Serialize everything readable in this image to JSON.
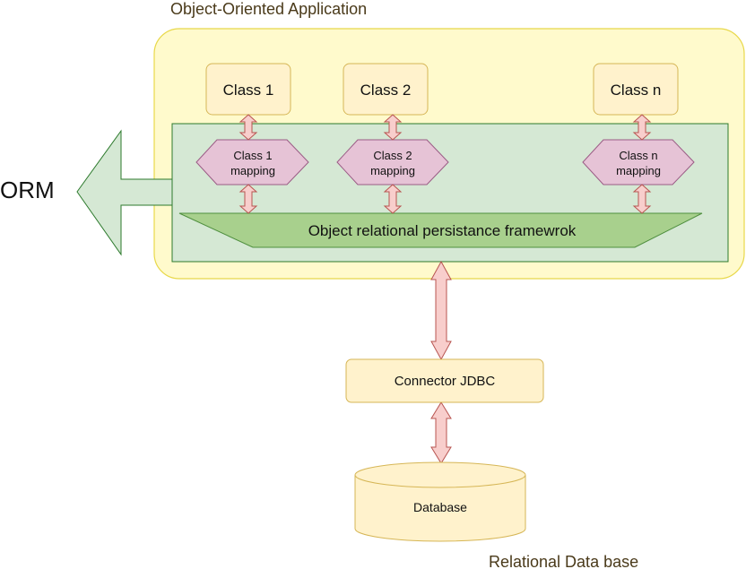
{
  "app_title": "Object-Oriented Application",
  "orm_label": "ORM",
  "classes": [
    {
      "label": "Class 1",
      "mapping_line1": "Class 1",
      "mapping_line2": "mapping"
    },
    {
      "label": "Class 2",
      "mapping_line1": "Class 2",
      "mapping_line2": "mapping"
    },
    {
      "label": "Class n",
      "mapping_line1": "Class n",
      "mapping_line2": "mapping"
    }
  ],
  "framework_label": "Object relational persistance framewrok",
  "connector_label": "Connector JDBC",
  "database_label": "Database",
  "db_caption": "Relational Data base",
  "colors": {
    "app_fill": "#fffacc",
    "app_stroke": "#e8d84a",
    "class_fill": "#fff2cc",
    "class_stroke": "#d6b656",
    "framework_fill": "#d5e8d4",
    "framework_stroke": "#2d7a2d",
    "trapezoid_fill": "#a8d08d",
    "mapping_fill": "#e6c3d6",
    "mapping_stroke": "#9a5b85",
    "arrow_fill": "#f8cecc",
    "arrow_stroke": "#b85450",
    "orm_arrow_fill": "#d5e8d4",
    "text_dark": "#222222",
    "caption_text": "#4a3a1a"
  }
}
